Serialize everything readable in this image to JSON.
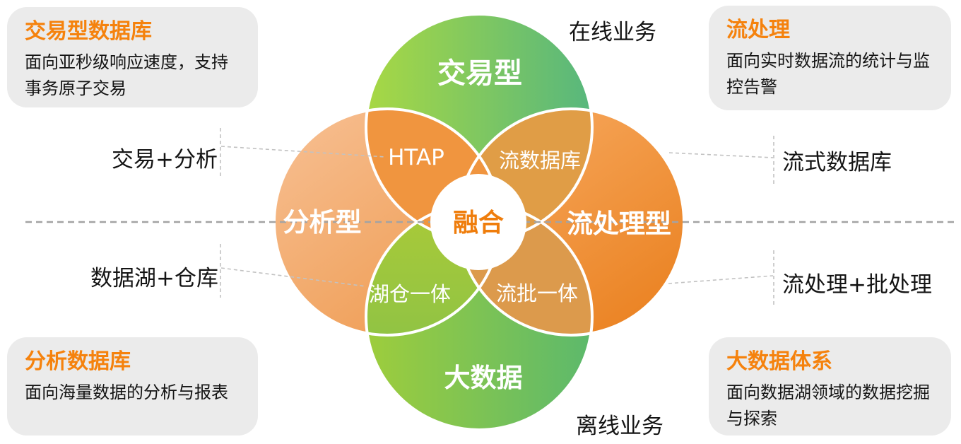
{
  "diagram": {
    "circles": [
      {
        "id": "transactional",
        "label": "交易型"
      },
      {
        "id": "analytical",
        "label": "分析型"
      },
      {
        "id": "stream",
        "label": "流处理型"
      },
      {
        "id": "bigdata",
        "label": "大数据"
      }
    ],
    "center_label": "融合",
    "overlaps": {
      "top_left": "HTAP",
      "top_right": "流数据库",
      "bottom_left": "湖仓一体",
      "bottom_right": "流批一体"
    }
  },
  "annotations": {
    "online": "在线业务",
    "offline": "离线业务",
    "left_top": "交易+分析",
    "left_bottom": "数据湖+仓库",
    "right_top": "流式数据库",
    "right_bottom": "流处理+批处理"
  },
  "callouts": {
    "top_left": {
      "title": "交易型数据库",
      "body": "面向亚秒级响应速度，支持事务原子交易"
    },
    "top_right": {
      "title": "流处理",
      "body": "面向实时数据流的统计与监控告警"
    },
    "bottom_left": {
      "title": "分析数据库",
      "body": "面向海量数据的分析与报表"
    },
    "bottom_right": {
      "title": "大数据体系",
      "body": "面向数据湖领域的数据挖掘与探索"
    }
  },
  "colors": {
    "accent_orange": "#f5820d",
    "center_text_orange": "#ef7d0c",
    "callout_bg": "#ebebeb",
    "green_light": "#a8d844",
    "green_dark": "#57b77d",
    "bottom_green_light": "#9ecd3c",
    "bottom_green_dark": "#5cb96c",
    "orange_light": "#f7c094",
    "orange_dark": "#ef9c52",
    "right_orange_light": "#f7a95f",
    "right_orange_dark": "#ea8120",
    "overlap_orange": "#f0953f",
    "overlap_tan": "#e09d46",
    "overlap_green": "#a6c938",
    "overlap_khaki": "#dc9a4c",
    "dash_gray": "#a3a3a3"
  }
}
